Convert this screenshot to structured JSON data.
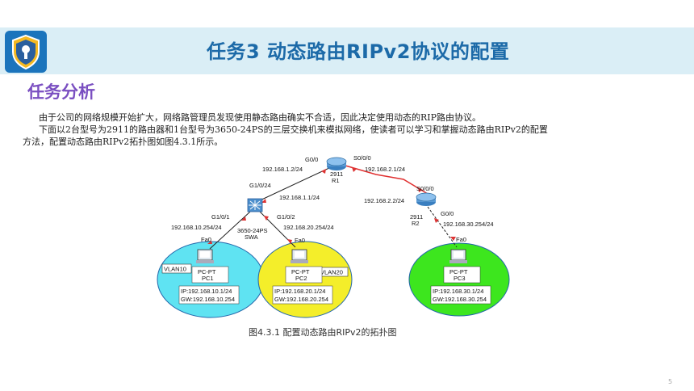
{
  "slide": {
    "title": "任务3  动态路由RIPv2协议的配置",
    "section": "任务分析",
    "paragraph1": "由于公司的网络规模开始扩大，网络路管理员发现使用静态路由确实不合适，因此决定使用动态的RIP路由协议。",
    "paragraph2a": "下面以2台型号为2911的路由器和1台型号为3650-24PS的三层交换机来模拟网络，使读者可以学习和掌握动态路由RIPv2的配置",
    "paragraph2b": "方法，配置动态路由RIPv2拓扑图如图4.3.1所示。",
    "caption": "图4.3.1  配置动态路由RIPv2的拓扑图",
    "page_number": "5"
  },
  "colors": {
    "accent": "#1c6aa8",
    "section": "#7a4fc1",
    "vlan10": "#5fe3f2",
    "vlan20": "#f4ee2a",
    "pc3": "#3de61e",
    "link": "#e03030"
  },
  "topology": {
    "r1": {
      "model": "2911",
      "name": "R1",
      "g00": "G0/0",
      "s000": "S0/0/0"
    },
    "r2": {
      "model": "2911",
      "name": "R2",
      "s000": "S0/0/0",
      "g00": "G0/0"
    },
    "swa": {
      "model": "3650-24PS",
      "name": "SWA",
      "g1024": "G1/0/24",
      "g101": "G1/0/1",
      "g102": "G1/0/2"
    },
    "ips": {
      "r1_g00": "192.168.1.2/24",
      "swa_g1024": "192.168.1.1/24",
      "r1_s000": "192.168.2.1/24",
      "r2_s000": "192.168.2.2/24",
      "swa_g101": "192.168.10.254/24",
      "swa_g102": "192.168.20.254/24",
      "r2_g00": "192.168.30.254/24"
    },
    "pc1": {
      "type": "PC-PT",
      "name": "PC1",
      "port": "Fa0",
      "vlan": "VLAN10",
      "ip": "IP:192.168.10.1/24",
      "gw": "GW:192.168.10.254"
    },
    "pc2": {
      "type": "PC-PT",
      "name": "PC2",
      "port": "Fa0",
      "vlan": "VLAN20",
      "ip": "IP:192.168.20.1/24",
      "gw": "GW:192.168.20.254"
    },
    "pc3": {
      "type": "PC-PT",
      "name": "PC3",
      "port": "Fa0",
      "ip": "IP:192.168.30.1/24",
      "gw": "GW:192.168.30.254"
    }
  }
}
